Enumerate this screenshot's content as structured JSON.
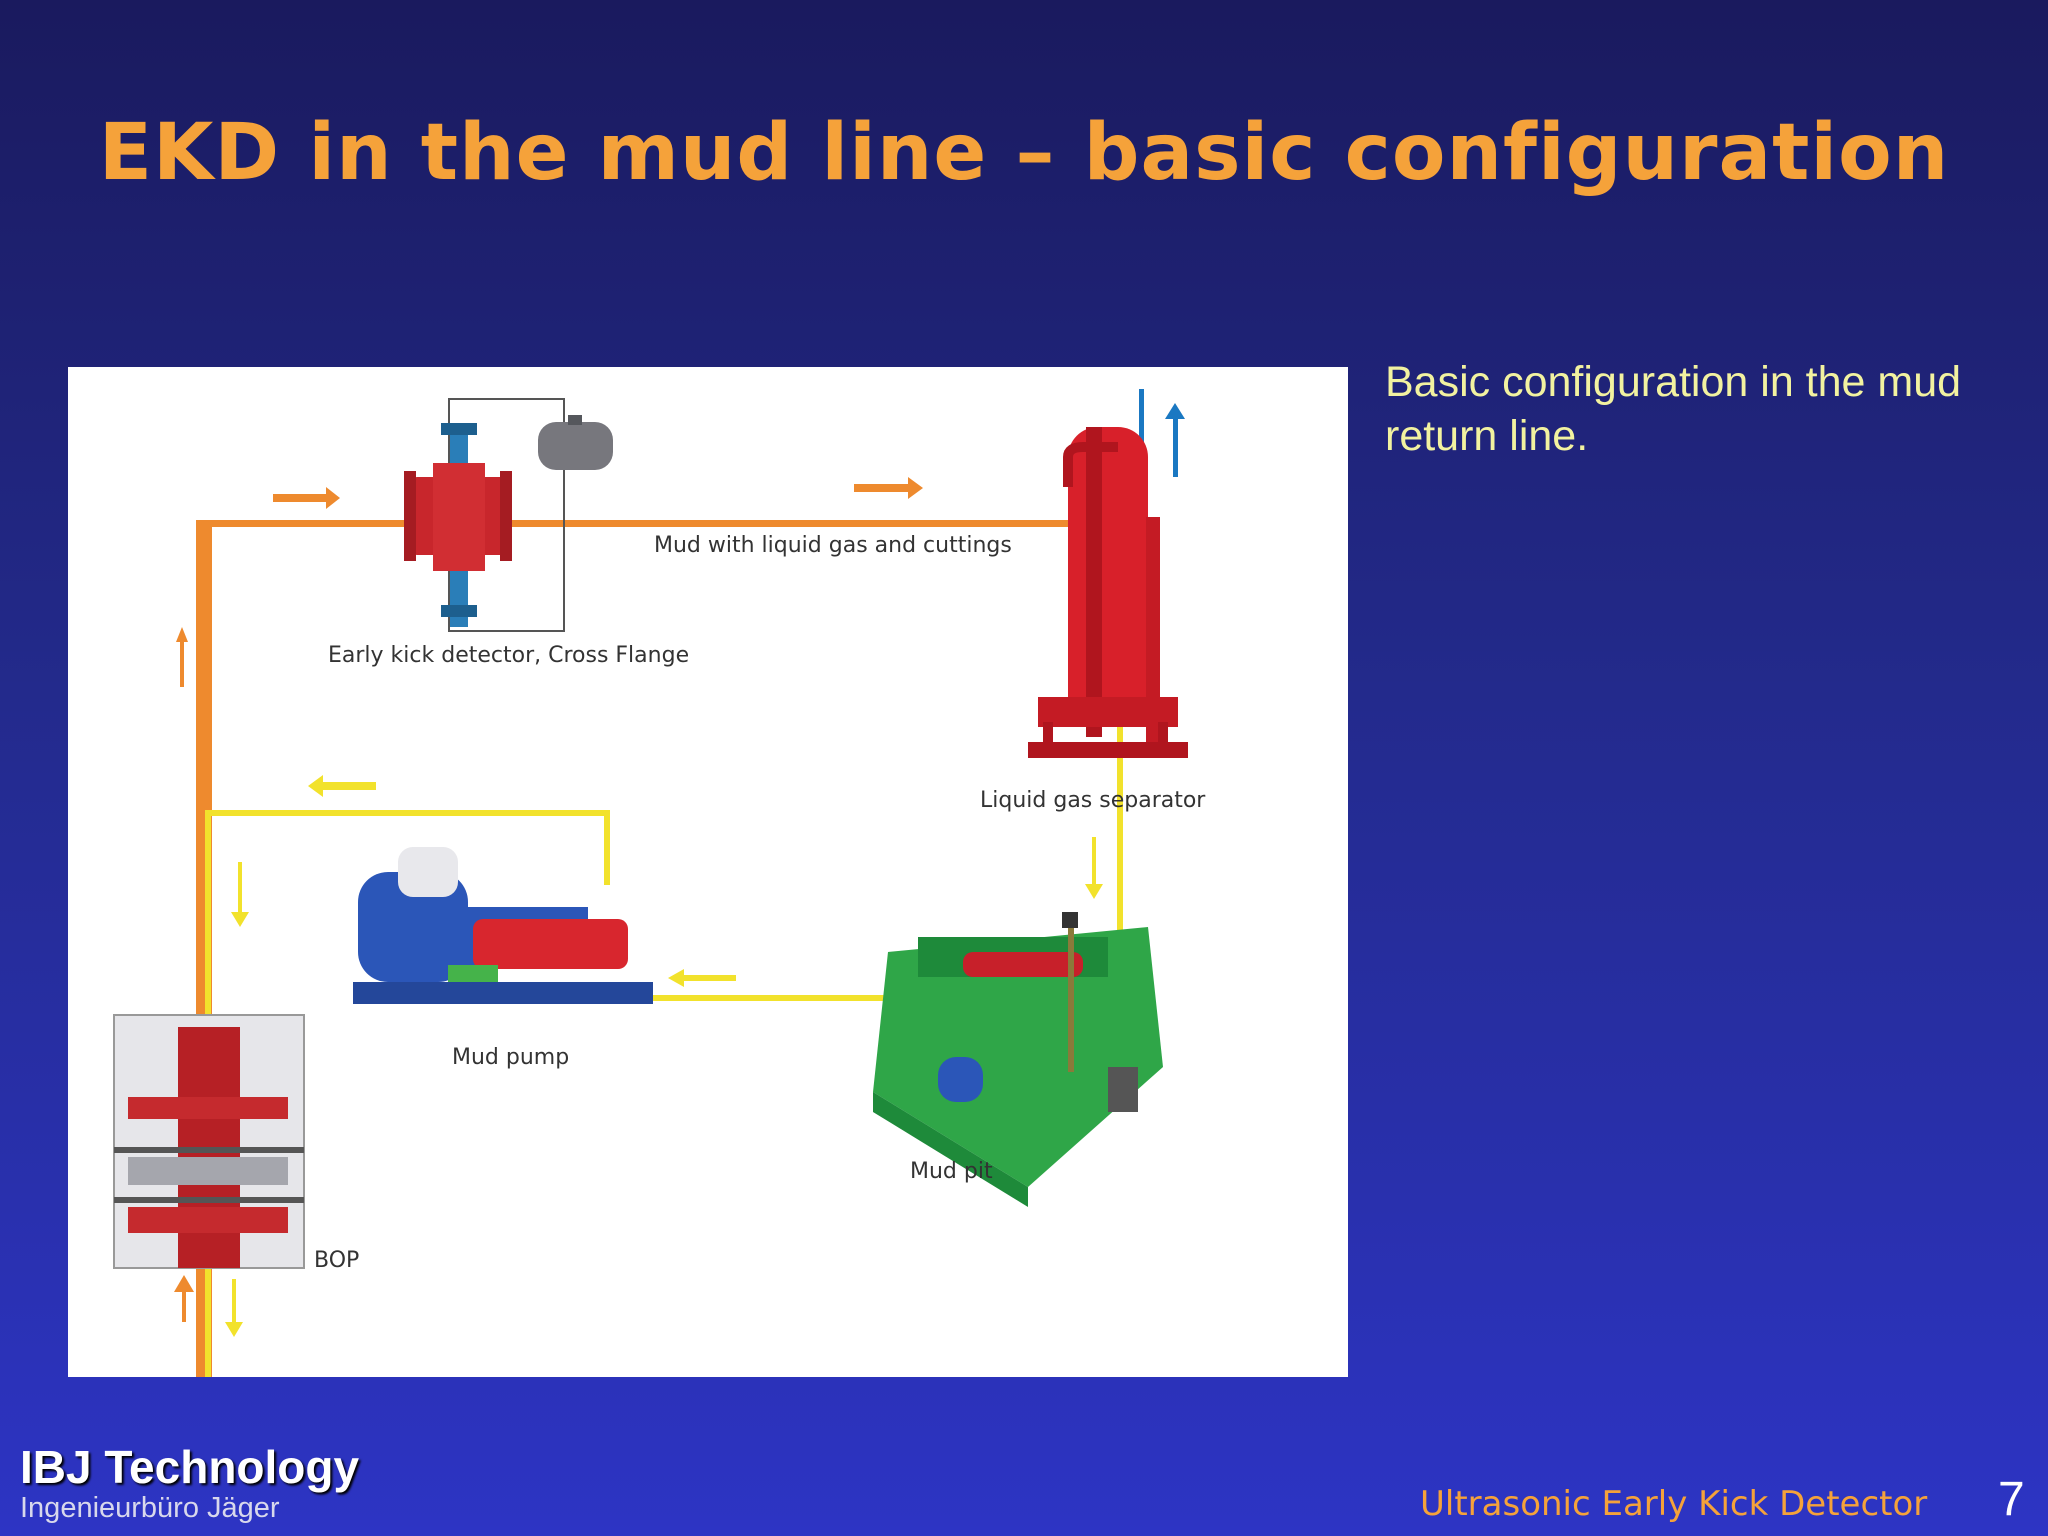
{
  "slide": {
    "title": "EKD in the mud line – basic configuration",
    "description": "Basic configuration in the mud return line.",
    "page_number": "7"
  },
  "footer": {
    "brand": "IBJ Technology",
    "brand_sub": "Ingenieurbüro Jäger",
    "presentation_title": "Ultrasonic Early Kick Detector"
  },
  "diagram": {
    "labels": {
      "ekd": "Early kick detector, Cross Flange",
      "mud_line": "Mud with liquid gas and cuttings",
      "separator": "Liquid gas separator",
      "mud_pump": "Mud pump",
      "mud_pit": "Mud pit",
      "bop": "BOP"
    },
    "colors": {
      "mud_return": "#ee8a2e",
      "mud_supply": "#f2e22c",
      "separator": "#d8202a",
      "pump_body": "#2b56b8",
      "mud_pit": "#2fa648",
      "gas_vent": "#1a78c2"
    }
  }
}
